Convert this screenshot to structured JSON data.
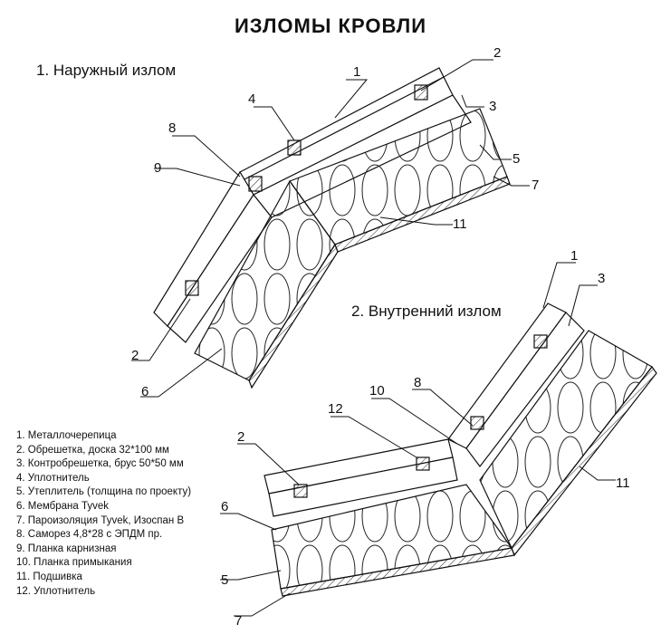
{
  "title": "ИЗЛОМЫ КРОВЛИ",
  "section1": "1. Наружный излом",
  "section2": "2. Внутренний излом",
  "legend": [
    "1. Металлочерепица",
    "2. Обрешетка, доска 32*100 мм",
    "3. Контробрешетка, брус 50*50 мм",
    "4. Уплотнитель",
    "5. Утеплитель (толщина по проекту)",
    "6. Мембрана Tyvek",
    "7. Пароизоляция Tyvek, Изоспан В",
    "8. Саморез 4,8*28 с ЭПДМ пр.",
    "9. Планка карнизная",
    "10. Планка примыкания",
    "11. Подшивка",
    "12. Уплотнитель"
  ],
  "callouts_top": [
    "1",
    "2",
    "3",
    "4",
    "5",
    "7",
    "8",
    "9",
    "11",
    "2",
    "6"
  ],
  "callouts_bottom": [
    "1",
    "3",
    "8",
    "10",
    "12",
    "2",
    "6",
    "5",
    "7",
    "11"
  ]
}
